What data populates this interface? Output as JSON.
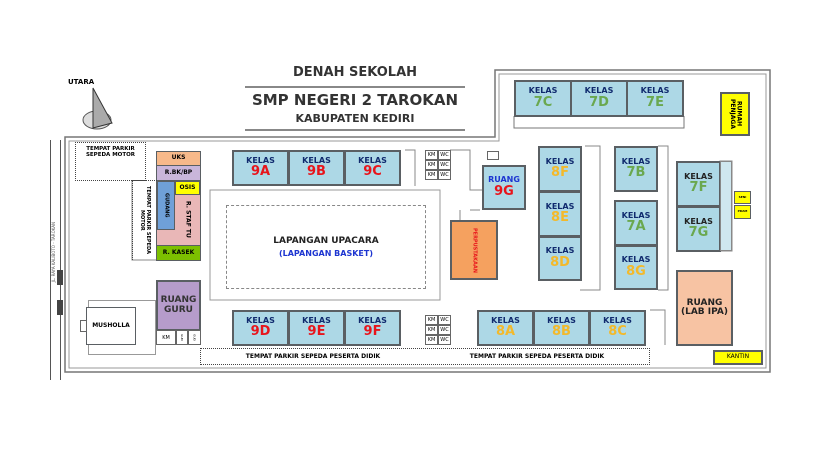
{
  "header": {
    "title": "DENAH SEKOLAH",
    "school": "SMP NEGERI 2 TAROKAN",
    "region": "KABUPATEN KEDIRI"
  },
  "compass": {
    "label": "UTARA"
  },
  "road": {
    "label": "JL. RAYA KALIBOTO - TAROKAN"
  },
  "rooms": {
    "kelas": "KELAS",
    "c9": [
      "9A",
      "9B",
      "9C",
      "9D",
      "9E",
      "9F"
    ],
    "c8": [
      "8A",
      "8B",
      "8C",
      "8D",
      "8E",
      "8F",
      "8G"
    ],
    "c7": [
      "7A",
      "7B",
      "7C",
      "7D",
      "7E",
      "7F",
      "7G"
    ],
    "ruang": "RUANG",
    "r9g": "9G",
    "perpustakaan": "PERPUSTAKAAN",
    "lab1": "RUANG",
    "lab2": "(LAB IPA)",
    "kantin": "KANTIN",
    "rumah_penjaga": "RUMAH PENJAGA",
    "seni": "SENI",
    "pram": "PRAM",
    "uks": "UKS",
    "rbk": "R.BK/BP",
    "gudang": "GUDANG",
    "osis": "OSIS",
    "staf": "R. STAF TU",
    "kasek": "R. KASEK",
    "guru1": "RUANG",
    "guru2": "GURU",
    "km": "KM",
    "wc": "WC",
    "gud": "GUD",
    "musholla": "MUSHOLLA",
    "lapangan": "LAPANGAN UPACARA",
    "basket": "(LAPANGAN BASKET)",
    "parkir_motor": "TEMPAT PARKIR SEPEDA MOTOR",
    "parkir_didik": "TEMPAT PARKIR SEPEDA PESERTA DIDIK"
  },
  "colors": {
    "kelas": "#add8e6",
    "uks": "#f7b98a",
    "bk": "#c9b6da",
    "gudang": "#6fa0d8",
    "osis": "#ffff00",
    "staf": "#e9b7b7",
    "kasek": "#7cc000",
    "guru": "#b69ccb",
    "perpus": "#f5a15f",
    "lab": "#f7c3a3",
    "kantin": "#ffff00"
  }
}
